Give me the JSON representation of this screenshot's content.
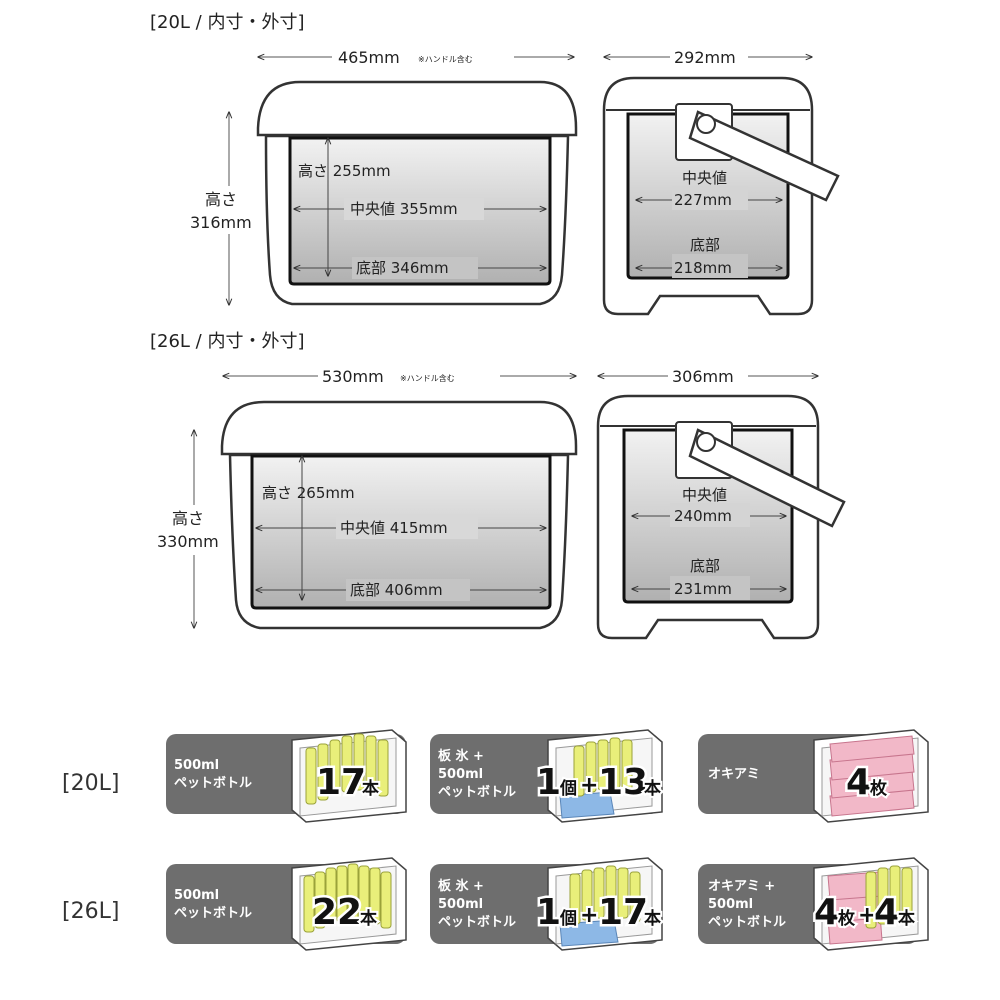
{
  "sections": [
    {
      "title": "[20L / 内寸・外寸]",
      "width_label": "465mm",
      "handle_note": "※ハンドル含む",
      "depth_label": "292mm",
      "outer_height_label": "高さ",
      "outer_height_value": "316mm",
      "inner_height": "高さ 255mm",
      "mid_width": "中央値 355mm",
      "bottom_width": "底部 346mm",
      "side_mid_label": "中央値",
      "side_mid_value": "227mm",
      "side_bottom_label": "底部",
      "side_bottom_value": "218mm"
    },
    {
      "title": "[26L / 内寸・外寸]",
      "width_label": "530mm",
      "handle_note": "※ハンドル含む",
      "depth_label": "306mm",
      "outer_height_label": "高さ",
      "outer_height_value": "330mm",
      "inner_height": "高さ 265mm",
      "mid_width": "中央値 415mm",
      "bottom_width": "底部 406mm",
      "side_mid_label": "中央値",
      "side_mid_value": "240mm",
      "side_bottom_label": "底部",
      "side_bottom_value": "231mm"
    }
  ],
  "capacity": [
    {
      "size_label": "[20L]",
      "cards": [
        {
          "label": [
            "500ml",
            "ペットボトル"
          ],
          "value": [
            "17",
            "本"
          ],
          "icon": "bottles-icon"
        },
        {
          "label": [
            "板 氷 +",
            "500ml",
            "ペットボトル"
          ],
          "value": [
            "1",
            "個",
            "+",
            "13",
            "本"
          ],
          "icon": "ice-bottles-icon"
        },
        {
          "label": [
            "オキアミ"
          ],
          "value": [
            "4",
            "枚"
          ],
          "icon": "krill-blocks-icon"
        }
      ]
    },
    {
      "size_label": "[26L]",
      "cards": [
        {
          "label": [
            "500ml",
            "ペットボトル"
          ],
          "value": [
            "22",
            "本"
          ],
          "icon": "bottles-icon"
        },
        {
          "label": [
            "板 氷 +",
            "500ml",
            "ペットボトル"
          ],
          "value": [
            "1",
            "個",
            "+",
            "17",
            "本"
          ],
          "icon": "ice-bottles-icon"
        },
        {
          "label": [
            "オキアミ +",
            "500ml",
            "ペットボトル"
          ],
          "value": [
            "4",
            "枚",
            "+",
            "4",
            "本"
          ],
          "icon": "krill-bottles-icon"
        }
      ]
    }
  ],
  "colors": {
    "pill": "#6e6e6e",
    "inner_gray": "#c4c4c4",
    "ice_blue": "#8db8e6",
    "bottle_yellow": "#e9ef7a",
    "krill_pink": "#f2b8c8"
  }
}
